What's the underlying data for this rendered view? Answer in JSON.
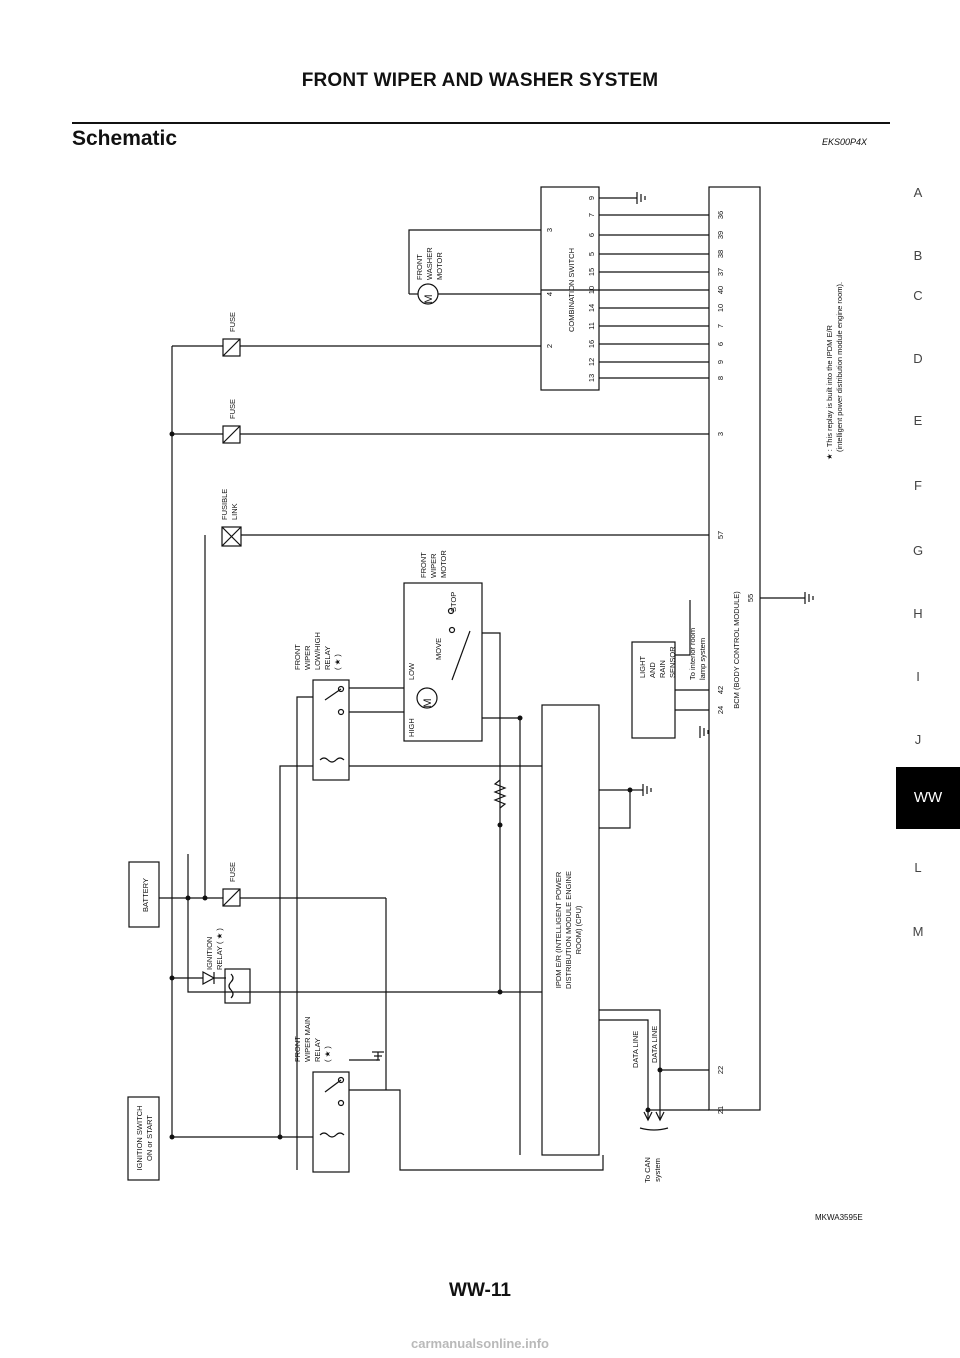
{
  "header": {
    "title": "FRONT WIPER AND WASHER SYSTEM"
  },
  "section": {
    "title": "Schematic",
    "code": "EKS00P4X"
  },
  "index_tabs": [
    "A",
    "B",
    "C",
    "D",
    "E",
    "F",
    "G",
    "H",
    "I",
    "J",
    "WW",
    "L",
    "M"
  ],
  "active_tab": "WW",
  "footer": {
    "page": "WW-11",
    "figure_code": "MKWA3595E"
  },
  "watermark": "carmanualsonline.info",
  "diagram": {
    "ignition_switch": [
      "IGNITION SWITCH",
      "ON or START"
    ],
    "battery": "BATTERY",
    "ignition_relay": [
      "IGNITION",
      "RELAY ( ★ )"
    ],
    "fuse": "FUSE",
    "fusible_link": [
      "FUSIBLE",
      "LINK"
    ],
    "main_relay": [
      "FRONT",
      "WIPER MAIN",
      "RELAY",
      "( ★ )"
    ],
    "lowhigh_relay": [
      "FRONT",
      "WIPER",
      "LOW/HIGH",
      "RELAY",
      "( ★ )"
    ],
    "ipdm": [
      "IPDM E/R (INTELLIGENT POWER",
      "DISTRIBUTION MODULE ENGINE",
      "ROOM) (CPU)"
    ],
    "wiper_motor": [
      "FRONT",
      "WIPER",
      "MOTOR"
    ],
    "high": "HIGH",
    "low": "LOW",
    "move": "MOVE",
    "stop": "STOP",
    "motor_m": "M",
    "washer_motor": [
      "FRONT",
      "WASHER",
      "MOTOR"
    ],
    "combination_switch": "COMBINATION SWITCH",
    "combo_top_pins": [
      "2",
      "4",
      "3"
    ],
    "combo_bottom_pins": [
      "13",
      "12",
      "16",
      "11",
      "14",
      "10",
      "15",
      "5",
      "6",
      "7",
      "9"
    ],
    "bcm_pins_top": [
      "8",
      "9",
      "6",
      "7",
      "10",
      "40",
      "37",
      "38",
      "39",
      "36"
    ],
    "bcm_pin_3": "3",
    "bcm_pin_57": "57",
    "bcm_pin_55": "55",
    "bcm_pins_lower": [
      "24",
      "42"
    ],
    "bcm_pins_can": [
      "21",
      "22"
    ],
    "bcm": "BCM (BODY CONTROL MODULE)",
    "sensor": [
      "LIGHT",
      "AND",
      "RAIN",
      "SENSOR"
    ],
    "interior_lamp": [
      "To interior room",
      "lamp system"
    ],
    "data_line": "DATA LINE",
    "can": [
      "To CAN",
      "system"
    ],
    "note": [
      "★ : This replay is built into the IPDM E/R",
      "(intelligent power distribution module engine room)."
    ]
  }
}
